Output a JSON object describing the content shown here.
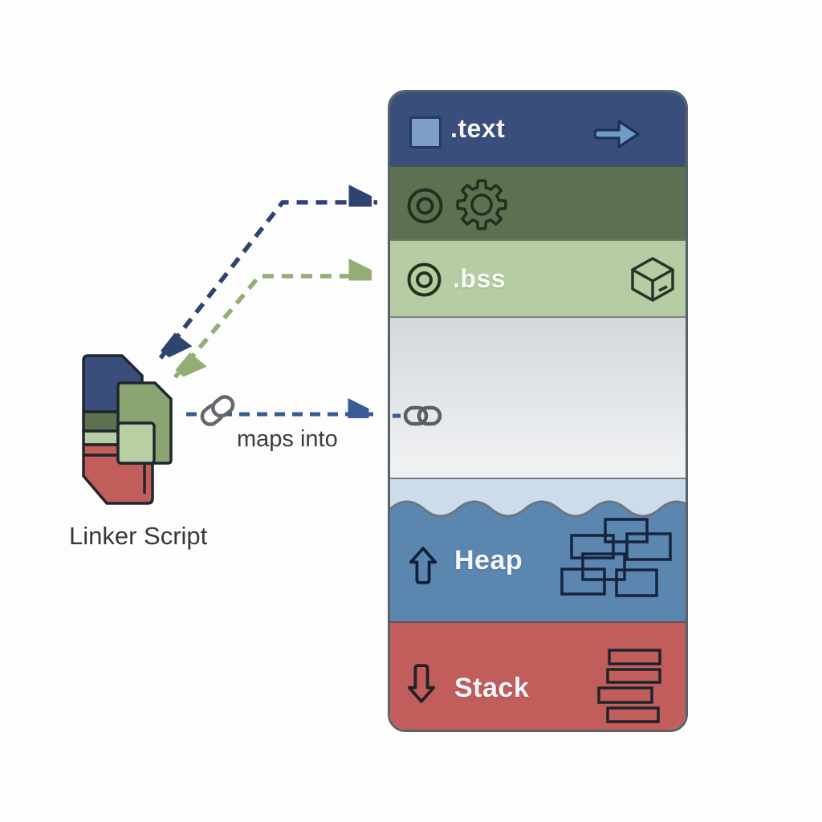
{
  "linker": {
    "label": "Linker Script",
    "icon": "linker-script-file-icon"
  },
  "relation": {
    "label": "maps into",
    "icon": "chain-link-icon",
    "arrow_style": "dashed"
  },
  "mapping_arrows": [
    {
      "name": "blue-dashed-arrow",
      "color": "#2e4372",
      "connects": "linker-script to init section"
    },
    {
      "name": "green-dashed-arrow",
      "color": "#94ad76",
      "connects": "linker-script to bss section"
    },
    {
      "name": "maps-into-arrow",
      "color": "#3a5a94",
      "connects": "linker-script to free memory section"
    }
  ],
  "memory_map": {
    "sections": {
      "text": {
        "label": ".text",
        "color": "#3a4e7c",
        "icons": [
          "square-icon",
          "right-arrow-icon"
        ]
      },
      "init": {
        "label": "",
        "color": "#5d7150",
        "icons": [
          "bullseye-icon",
          "gear-icon"
        ]
      },
      "bss": {
        "label": ".bss",
        "color": "#b6cda3",
        "icons": [
          "bullseye-icon",
          "cube-icon"
        ]
      },
      "free": {
        "label": "",
        "color": "#e3e6e9",
        "icons": [
          "chain-link-icon"
        ]
      },
      "heap": {
        "label": "Heap",
        "color": "#5b86b0",
        "wave_color": "#cddcea",
        "icons": [
          "up-arrow-icon",
          "bricks-icon"
        ]
      },
      "stack": {
        "label": "Stack",
        "color": "#c15e5c",
        "icons": [
          "down-arrow-icon",
          "stacked-bars-icon"
        ]
      }
    }
  },
  "colors": {
    "background": "#fdfdfd",
    "panel_border": "#59626a",
    "label_text": "#f3f6f8",
    "caption_text": "#35393d",
    "icon_outline_dark": "#1d2935"
  }
}
